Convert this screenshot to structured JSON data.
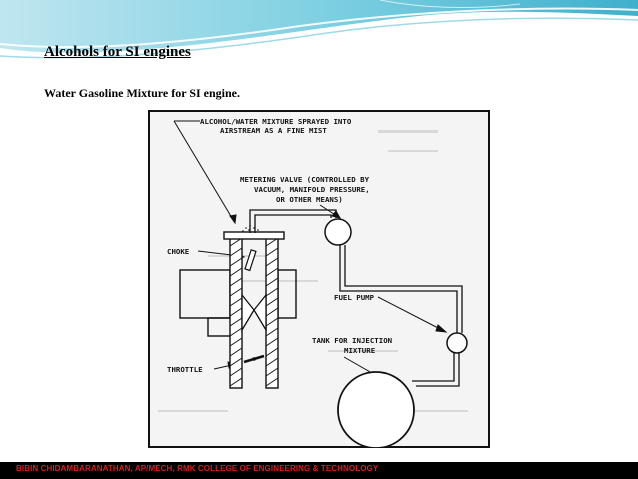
{
  "slide": {
    "title": "Alcohols for SI engines",
    "subtitle": "Water Gasoline Mixture for SI engine."
  },
  "diagram": {
    "labels": {
      "spray_line1": "ALCOHOL/WATER MIXTURE SPRAYED INTO",
      "spray_line2": "AIRSTREAM AS A FINE MIST",
      "valve_line1": "METERING VALVE (CONTROLLED BY",
      "valve_line2": "VACUUM, MANIFOLD PRESSURE,",
      "valve_line3": "OR OTHER MEANS)",
      "choke": "CHOKE",
      "fuel_pump": "FUEL PUMP",
      "tank_line1": "TANK FOR INJECTION",
      "tank_line2": "MIXTURE",
      "throttle": "THROTTLE"
    }
  },
  "footer": {
    "text": "BIBIN CHIDAMBARANATHAN, AP/MECH, RMK COLLEGE OF ENGINEERING & TECHNOLOGY"
  },
  "colors": {
    "header_teal": "#4bb8d0",
    "footer_bg": "#000000",
    "footer_text": "#d22020"
  }
}
